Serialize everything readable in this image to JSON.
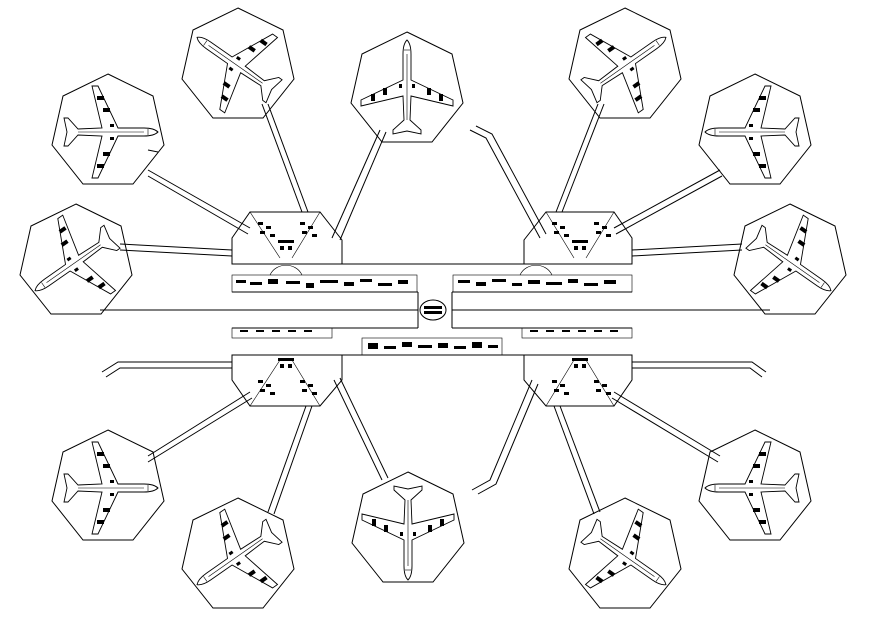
{
  "drawing": {
    "type": "airport-terminal-plan",
    "line_color": "#000000",
    "background": "#ffffff"
  },
  "gates": [
    {
      "id": "gate-1",
      "heading": 0,
      "side": "top-center-left"
    },
    {
      "id": "gate-2",
      "heading": -35,
      "side": "top-left"
    },
    {
      "id": "gate-3",
      "heading": -90,
      "side": "left-upper"
    },
    {
      "id": "gate-4",
      "heading": -125,
      "side": "left-middle"
    },
    {
      "id": "gate-5",
      "heading": 0,
      "side": "top-center-right"
    },
    {
      "id": "gate-6",
      "heading": 35,
      "side": "top-right"
    },
    {
      "id": "gate-7",
      "heading": 90,
      "side": "right-upper"
    },
    {
      "id": "gate-8",
      "heading": 125,
      "side": "right-middle"
    },
    {
      "id": "gate-9",
      "heading": 180,
      "side": "bottom-center-left"
    },
    {
      "id": "gate-10",
      "heading": -145,
      "side": "bottom-left"
    },
    {
      "id": "gate-11",
      "heading": -90,
      "side": "left-lower"
    },
    {
      "id": "gate-12",
      "heading": 145,
      "side": "bottom-right"
    },
    {
      "id": "gate-13",
      "heading": 90,
      "side": "right-lower"
    }
  ],
  "icons": {
    "aircraft": "airplane-icon",
    "gate_stand": "heptagon-stand-icon",
    "hub": "central-hub-icon"
  }
}
